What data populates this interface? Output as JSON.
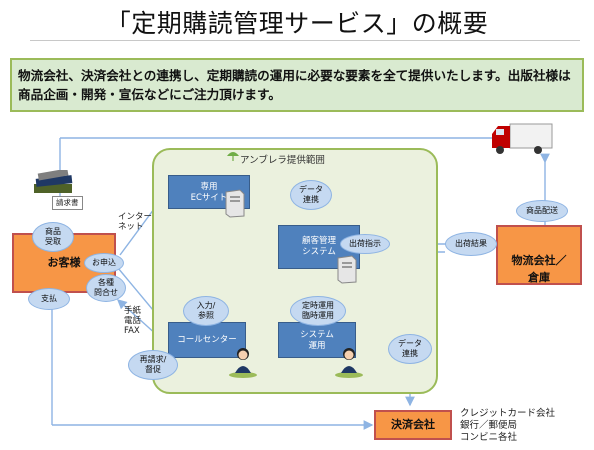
{
  "title": "「定期購読管理サービス」の概要",
  "summary": "物流会社、決済会社との連携し、定期購読の運用に必要な要素を全て提供いたします。出版社様は商品企画・開発・宣伝などにご注力頂けます。",
  "umbrella_label": "アンブレラ提供範囲",
  "customer": {
    "label": "お客様",
    "invoice_label": "請求書"
  },
  "logistics": {
    "label": "物流会社／\n倉庫"
  },
  "payment": {
    "label": "決済会社",
    "partners": "クレジットカード会社\n銀行／郵便局\nコンビニ各社"
  },
  "boxes": {
    "ec": "専用\nECサイト",
    "crm": "顧客管理\nシステム",
    "call": "コールセンター",
    "ops": "システム\n運用"
  },
  "ovals": {
    "product": "商品\n受取",
    "apply": "お申込",
    "inquiry": "各種\n問合せ",
    "pay": "支払",
    "reminder": "再請求/\n督促",
    "data1": "データ\n連携",
    "ship_order": "出荷指示",
    "ship_result": "出荷結果",
    "delivery": "商品配送",
    "input": "入力/\n参照",
    "scheduled": "定時運用\n臨時運用",
    "data2": "データ\n連携"
  },
  "labels": {
    "internet": "インター\nネット",
    "mail": "手紙\n電話\nFAX"
  }
}
